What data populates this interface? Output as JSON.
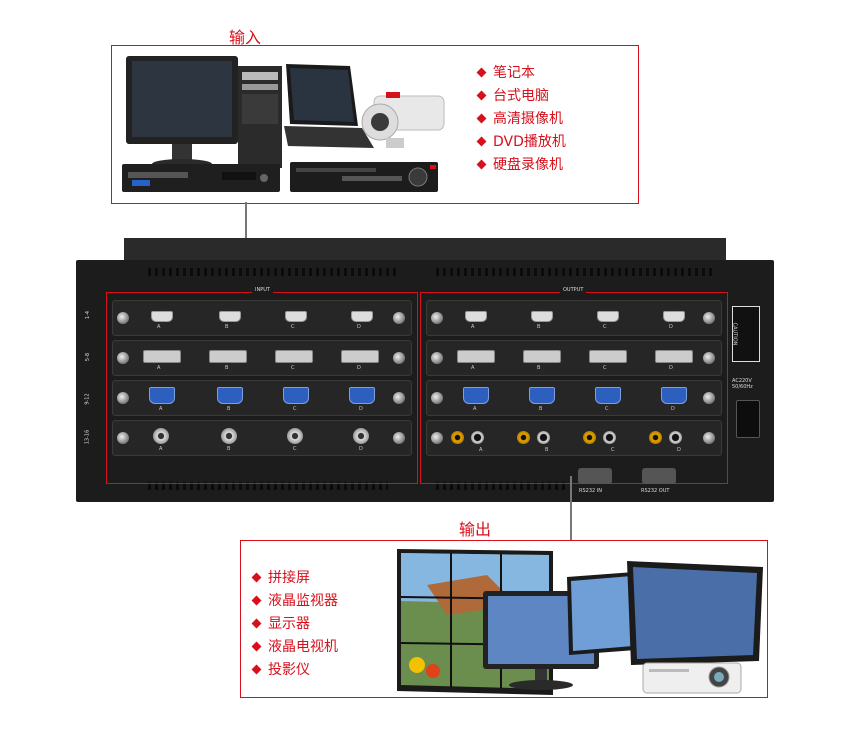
{
  "input": {
    "title": "输入",
    "items": [
      "笔记本",
      "台式电脑",
      "高清摄像机",
      "DVD播放机",
      "硬盘录像机"
    ]
  },
  "device": {
    "input_label": "INPUT",
    "output_label": "OUTPUT",
    "row_labels": [
      "1-4",
      "5-8",
      "9-12",
      "13-16"
    ],
    "port_letters": [
      "A",
      "B",
      "C",
      "D"
    ],
    "serial_in": "RS232 IN",
    "serial_out": "RS232 OUT",
    "power_label": "AC220V 50/60Hz",
    "caution": "CAUTION"
  },
  "output": {
    "title": "输出",
    "items": [
      "拼接屏",
      "液晶监视器",
      "显示器",
      "液晶电视机",
      "投影仪"
    ]
  },
  "colors": {
    "accent": "#d7101c"
  }
}
